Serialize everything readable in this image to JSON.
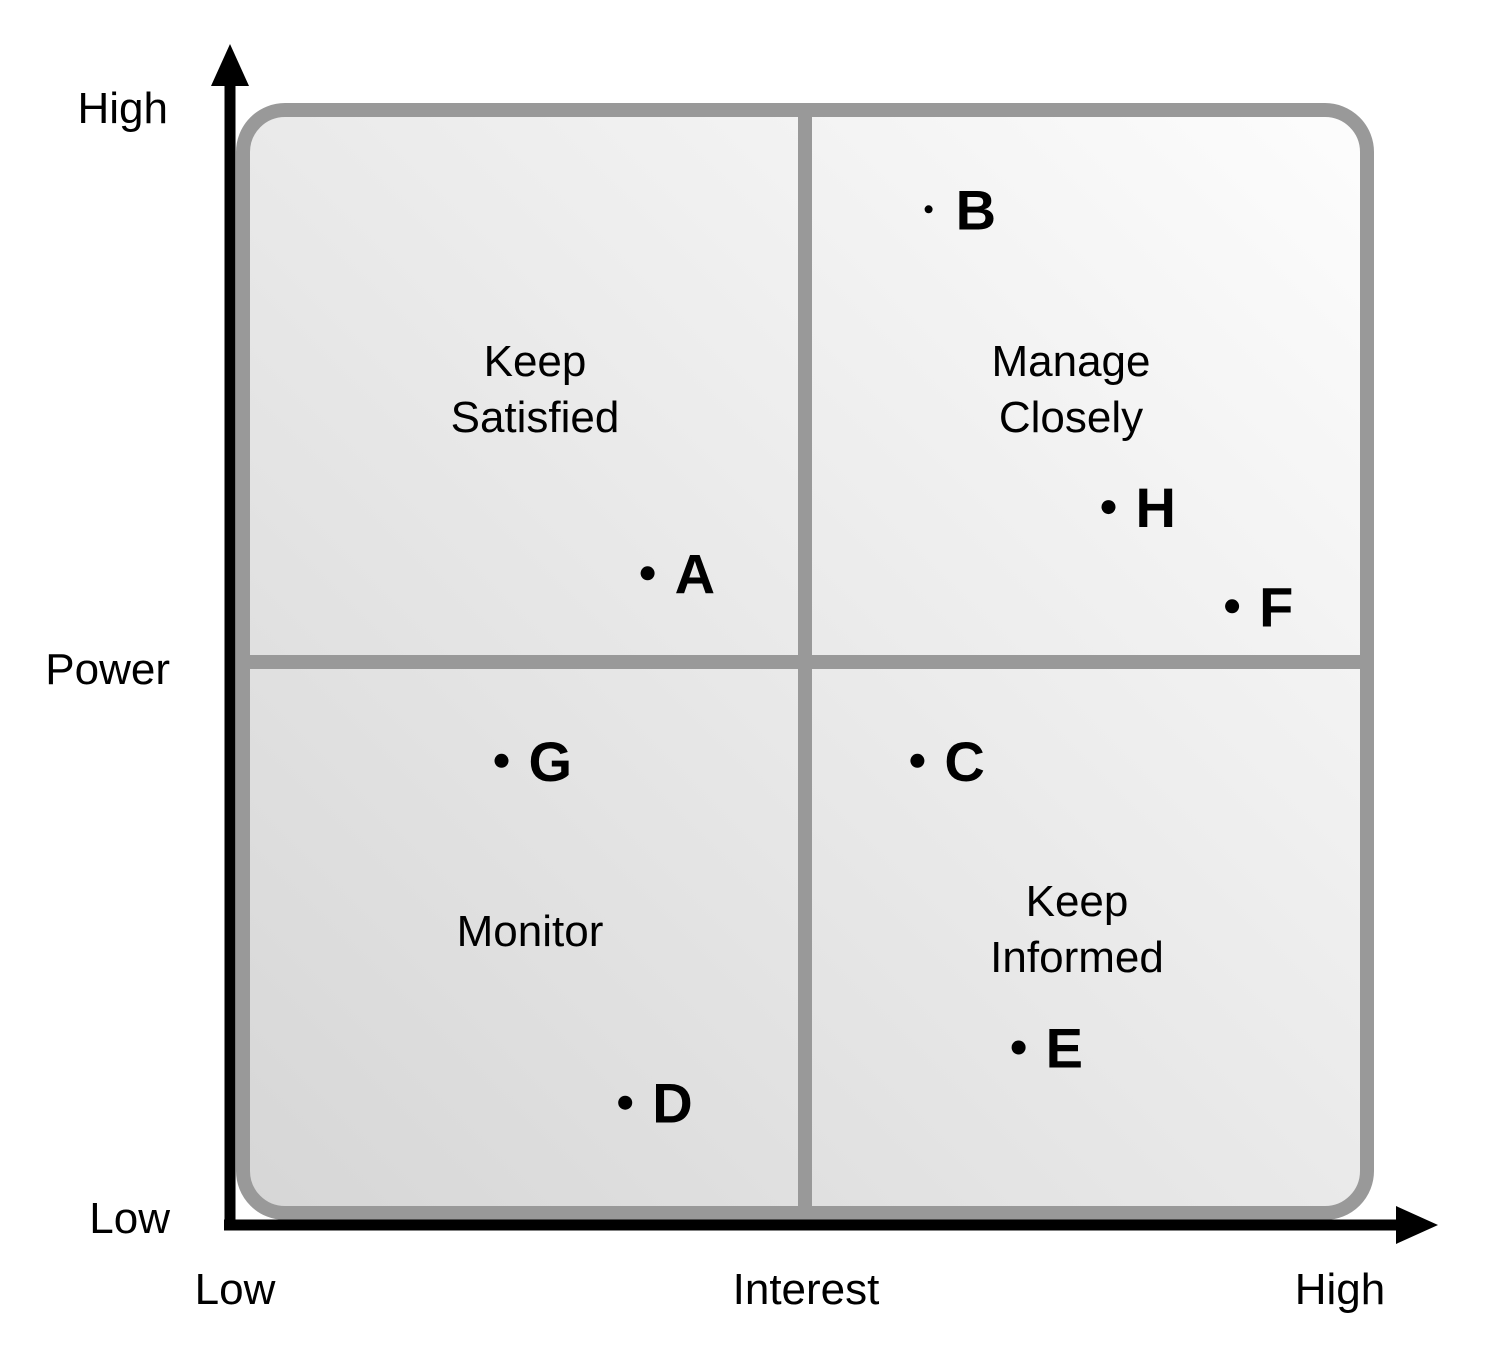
{
  "axes": {
    "y": {
      "title": "Power",
      "low": "Low",
      "high": "High"
    },
    "x": {
      "title": "Interest",
      "low": "Low",
      "high": "High"
    }
  },
  "quadrants": {
    "top_left": {
      "line1": "Keep",
      "line2": "Satisfied"
    },
    "top_right": {
      "line1": "Manage",
      "line2": "Closely"
    },
    "bottom_left": {
      "line1": "Monitor"
    },
    "bottom_right": {
      "line1": "Keep",
      "line2": "Informed"
    }
  },
  "stakeholders": [
    {
      "label": "A",
      "interest": 0.36,
      "power": 0.58
    },
    {
      "label": "B",
      "interest": 0.61,
      "power": 0.91
    },
    {
      "label": "C",
      "interest": 0.6,
      "power": 0.41
    },
    {
      "label": "D",
      "interest": 0.34,
      "power": 0.1
    },
    {
      "label": "E",
      "interest": 0.69,
      "power": 0.15
    },
    {
      "label": "F",
      "interest": 0.88,
      "power": 0.55
    },
    {
      "label": "G",
      "interest": 0.23,
      "power": 0.41
    },
    {
      "label": "H",
      "interest": 0.77,
      "power": 0.64
    }
  ],
  "colors": {
    "frame": "#999999",
    "axis": "#000000",
    "fill_light": "#fbfbfb",
    "fill_dark": "#d9d9d9"
  }
}
